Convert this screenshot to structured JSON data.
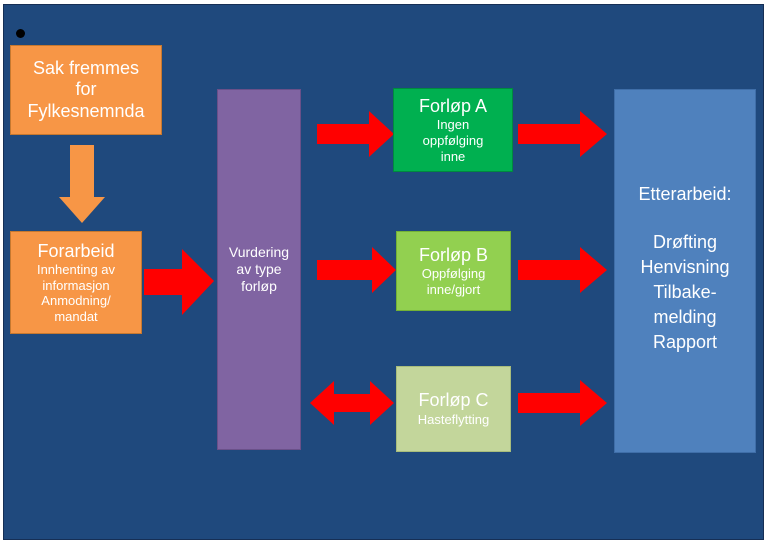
{
  "boxes": {
    "sak": {
      "lines": [
        "Sak fremmes",
        "for",
        "Fylkesnemnda"
      ]
    },
    "forarbeid": {
      "title": "Forarbeid",
      "lines": [
        "Innhenting av",
        "informasjon",
        "Anmodning/",
        "mandat"
      ]
    },
    "vurdering": {
      "lines": [
        "Vurdering",
        "av type",
        "forløp"
      ]
    },
    "forlop_a": {
      "title": "Forløp A",
      "lines": [
        "Ingen",
        "oppfølging",
        "inne"
      ]
    },
    "forlop_b": {
      "title": "Forløp B",
      "lines": [
        "Oppfølging",
        "inne/gjort"
      ]
    },
    "forlop_c": {
      "title": "Forløp C",
      "lines": [
        "Hasteflytting"
      ]
    },
    "etterarbeid": {
      "title": "Etterarbeid:",
      "lines": [
        "Drøfting",
        "Henvisning",
        "Tilbake-",
        "melding",
        "Rapport"
      ]
    }
  },
  "colors": {
    "background": "#1f497d",
    "orange": "#f79646",
    "purple": "#8064a2",
    "green_a": "#00b050",
    "green_b": "#92d050",
    "green_c": "#c3d69b",
    "blue": "#4f81bd",
    "arrow_red": "#ff0000",
    "arrow_orange": "#f79646"
  }
}
